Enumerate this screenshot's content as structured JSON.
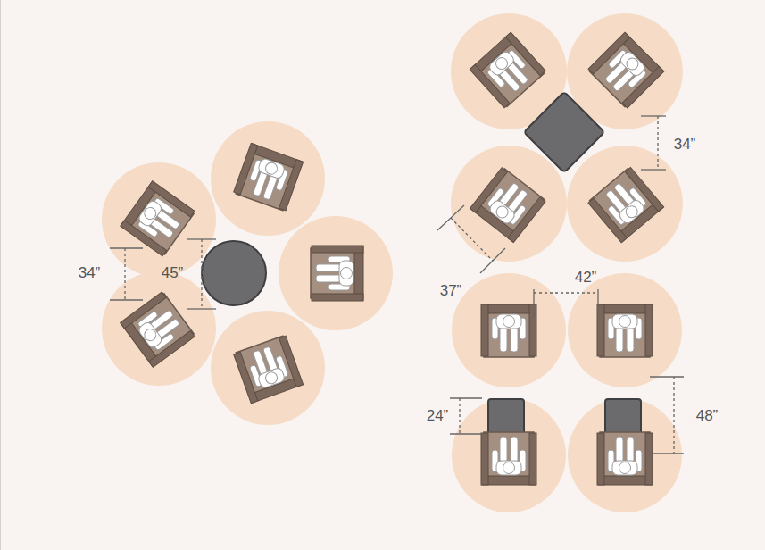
{
  "diagram": {
    "labels": [
      "34”",
      "34”",
      "45”",
      "37”",
      "42”",
      "24”",
      "48”"
    ]
  }
}
